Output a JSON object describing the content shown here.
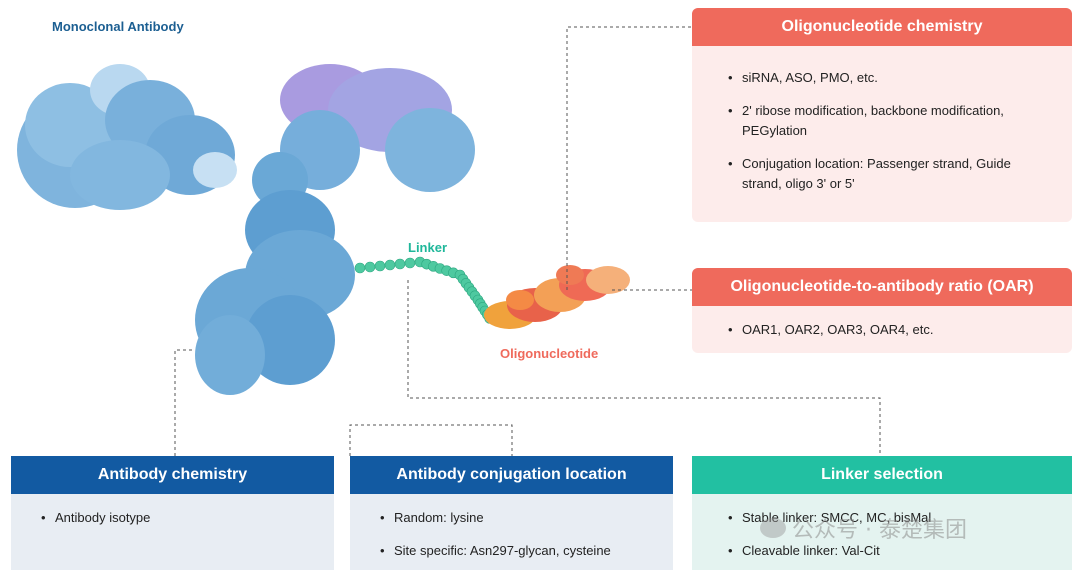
{
  "labels": {
    "antibody": "Monoclonal Antibody",
    "linker": "Linker",
    "oligo": "Oligonucleotide"
  },
  "cards": {
    "oligo_chem": {
      "title": "Oligonucleotide  chemistry",
      "items": [
        "siRNA, ASO, PMO, etc.",
        "2' ribose modification, backbone modification, PEGylation",
        "Conjugation location: Passenger strand, Guide strand, oligo 3' or 5'"
      ]
    },
    "oar": {
      "title": "Oligonucleotide-to-antibody ratio (OAR)",
      "items": [
        "OAR1, OAR2, OAR3, OAR4, etc."
      ]
    },
    "antibody_chem": {
      "title": "Antibody chemistry",
      "items": [
        "Antibody isotype"
      ]
    },
    "conj_location": {
      "title": "Antibody conjugation location",
      "items": [
        "Random: lysine",
        "Site specific: Asn297-glycan, cysteine"
      ]
    },
    "linker_sel": {
      "title": "Linker selection",
      "items": [
        "Stable linker: SMCC, MC, bisMal",
        "Cleavable linker: Val-Cit"
      ]
    }
  },
  "watermark": "公众号 · 泰楚集团",
  "colors": {
    "antibody_blue": "#6aa8d6",
    "antibody_light": "#b9d8f0",
    "antibody_purple": "#a99be0",
    "linker_teal": "#4ec9a0",
    "oligo_orange": "#f08a45",
    "pink_header": "#ef6a5c",
    "navy_header": "#125aa2",
    "teal_header": "#22c0a2"
  }
}
